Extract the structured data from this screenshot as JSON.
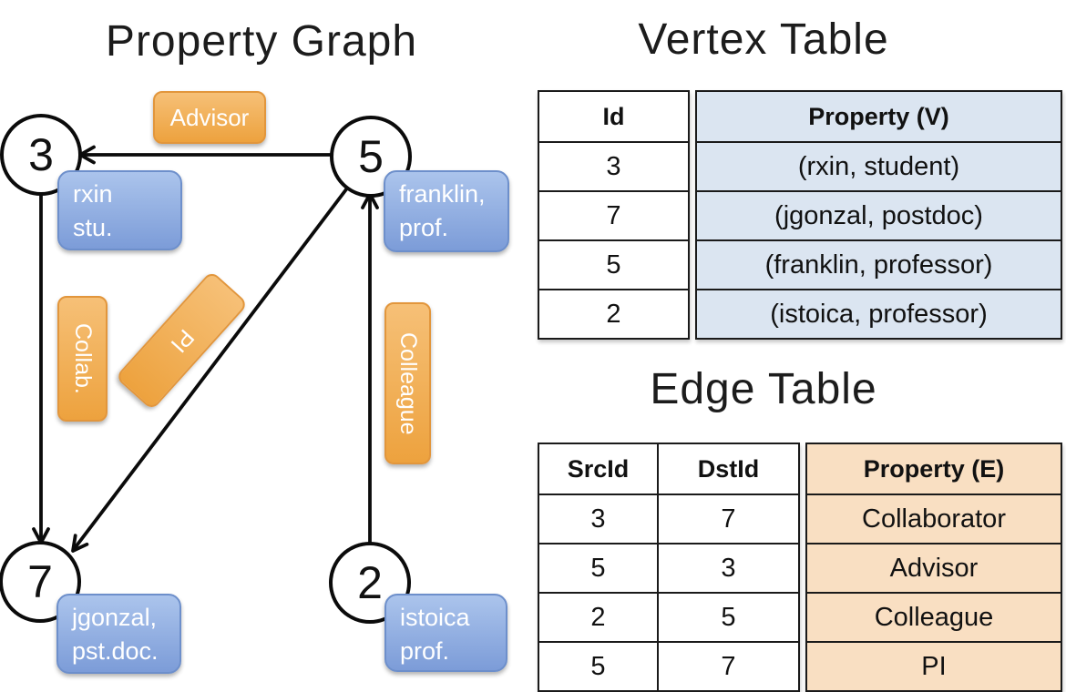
{
  "colors": {
    "node_callout_blue_top": "#abc4ec",
    "node_callout_blue_bottom": "#7c9cd8",
    "edge_label_orange_top": "#f6c077",
    "edge_label_orange_bottom": "#eda23e",
    "vertex_property_fill": "#dbe5f1",
    "edge_property_fill": "#f9dfc2",
    "line_color": "#0b0b0b"
  },
  "graph": {
    "title": "Property Graph",
    "nodes": [
      {
        "id": "3",
        "property_line1": "rxin",
        "property_line2": "stu."
      },
      {
        "id": "5",
        "property_line1": "franklin,",
        "property_line2": "prof."
      },
      {
        "id": "7",
        "property_line1": "jgonzal,",
        "property_line2": "pst.doc."
      },
      {
        "id": "2",
        "property_line1": "istoica",
        "property_line2": "prof."
      }
    ],
    "edge_labels": [
      "Advisor",
      "Collab.",
      "PI",
      "Colleague"
    ]
  },
  "vertex_table": {
    "title": "Vertex Table",
    "id_header": "Id",
    "property_header": "Property (V)",
    "rows": [
      {
        "id": "3",
        "property": "(rxin, student)"
      },
      {
        "id": "7",
        "property": "(jgonzal, postdoc)"
      },
      {
        "id": "5",
        "property": "(franklin, professor)"
      },
      {
        "id": "2",
        "property": "(istoica, professor)"
      }
    ]
  },
  "edge_table": {
    "title": "Edge Table",
    "src_header": "SrcId",
    "dst_header": "DstId",
    "property_header": "Property (E)",
    "rows": [
      {
        "src": "3",
        "dst": "7",
        "property": "Collaborator"
      },
      {
        "src": "5",
        "dst": "3",
        "property": "Advisor"
      },
      {
        "src": "2",
        "dst": "5",
        "property": "Colleague"
      },
      {
        "src": "5",
        "dst": "7",
        "property": "PI"
      }
    ]
  }
}
